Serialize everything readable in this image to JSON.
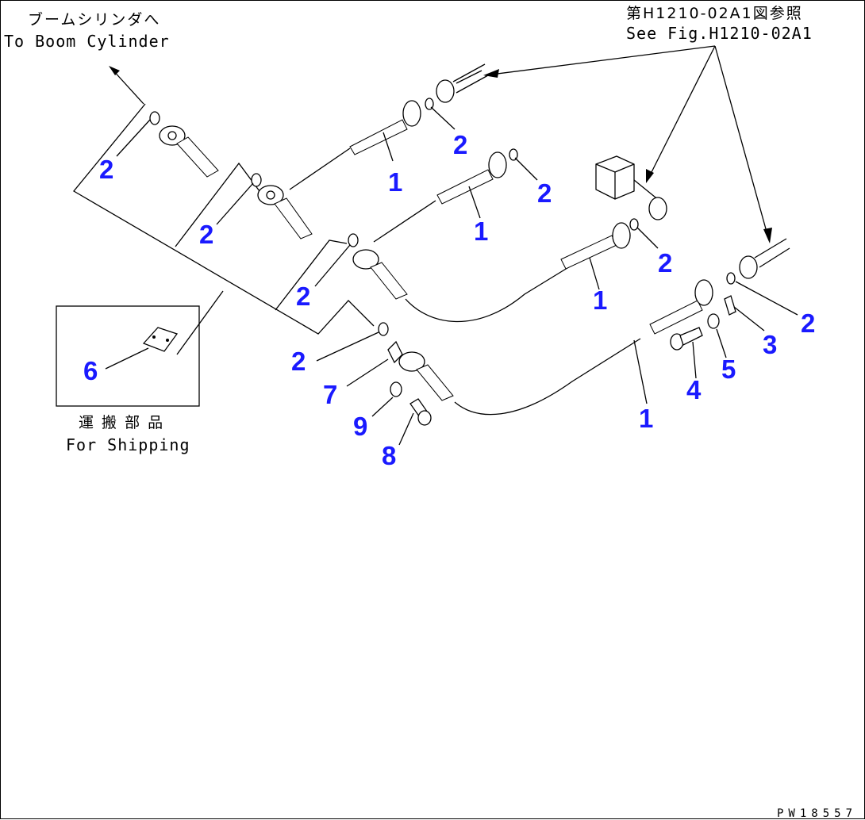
{
  "notes": {
    "boom_jp": "ブームシリンダへ",
    "boom_en": "To Boom Cylinder",
    "ref_jp": "第H1210-02A1図参照",
    "ref_en": "See Fig.H1210-02A1",
    "shipping_jp": "運 搬 部 品",
    "shipping_en": "For Shipping",
    "drawing_code": "PW18557"
  },
  "callouts": [
    {
      "id": "c1",
      "label": "2"
    },
    {
      "id": "c2",
      "label": "2"
    },
    {
      "id": "c3",
      "label": "2"
    },
    {
      "id": "c4",
      "label": "2"
    },
    {
      "id": "c5",
      "label": "2"
    },
    {
      "id": "c6",
      "label": "2"
    },
    {
      "id": "c7",
      "label": "2"
    },
    {
      "id": "c8",
      "label": "2"
    },
    {
      "id": "c9",
      "label": "1"
    },
    {
      "id": "c10",
      "label": "1"
    },
    {
      "id": "c11",
      "label": "1"
    },
    {
      "id": "c12",
      "label": "1"
    },
    {
      "id": "c13",
      "label": "3"
    },
    {
      "id": "c14",
      "label": "5"
    },
    {
      "id": "c15",
      "label": "4"
    },
    {
      "id": "c16",
      "label": "6"
    },
    {
      "id": "c17",
      "label": "7"
    },
    {
      "id": "c18",
      "label": "9"
    },
    {
      "id": "c19",
      "label": "8"
    }
  ],
  "colors": {
    "callout": "#1a1aff",
    "line": "#000000",
    "background": "#ffffff"
  }
}
